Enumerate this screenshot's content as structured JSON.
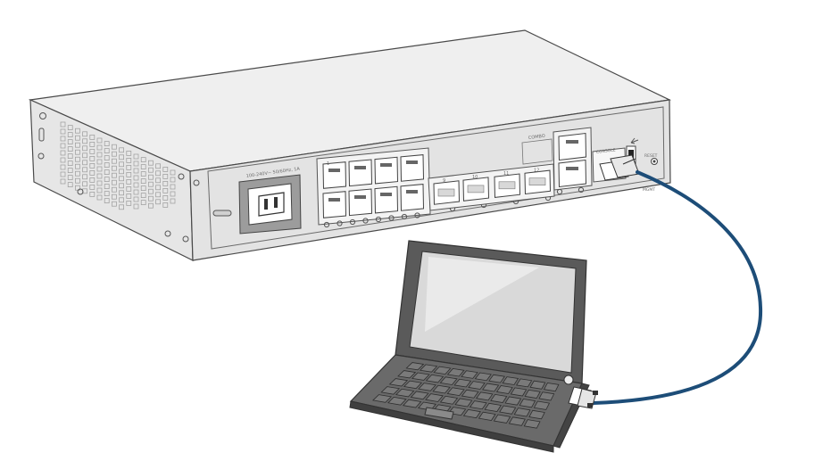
{
  "switch": {
    "power_label": "100-240V~  50/60Hz, 1A",
    "port_group_label": "1",
    "sfp_labels": [
      "9",
      "10",
      "11",
      "12"
    ],
    "combo_label": "COMBO",
    "console_label": "CONSOLE",
    "reset_label": "RESET",
    "reset_sub_label": "MGMT"
  },
  "colors": {
    "cable": "#1d4d78",
    "chassis_front": "#e4e4e4",
    "chassis_top": "#ededed",
    "outline": "#4a4a4a",
    "laptop_body": "#5c5c5c",
    "laptop_screen": "#dcdcdc"
  }
}
